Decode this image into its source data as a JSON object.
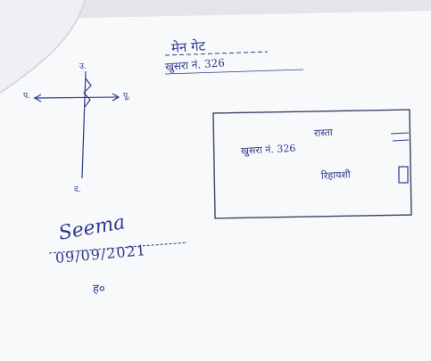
{
  "plan_title": "मेन गेट",
  "plan_subtitle": "खुसरा नं. 326",
  "compass": {
    "north": "उ.",
    "west": "प.",
    "east": "पू.",
    "south": "द."
  },
  "box": {
    "line1": "रास्ता",
    "line2": "खुसरा नं. 326",
    "line3": "रिहायशी"
  },
  "signature": {
    "name": "Seema",
    "date": "09/09/2021",
    "label": "ह०"
  },
  "colors": {
    "ink": "#2d3a8c",
    "paper": "#fbfbfd",
    "desk": "#e9eaec"
  }
}
